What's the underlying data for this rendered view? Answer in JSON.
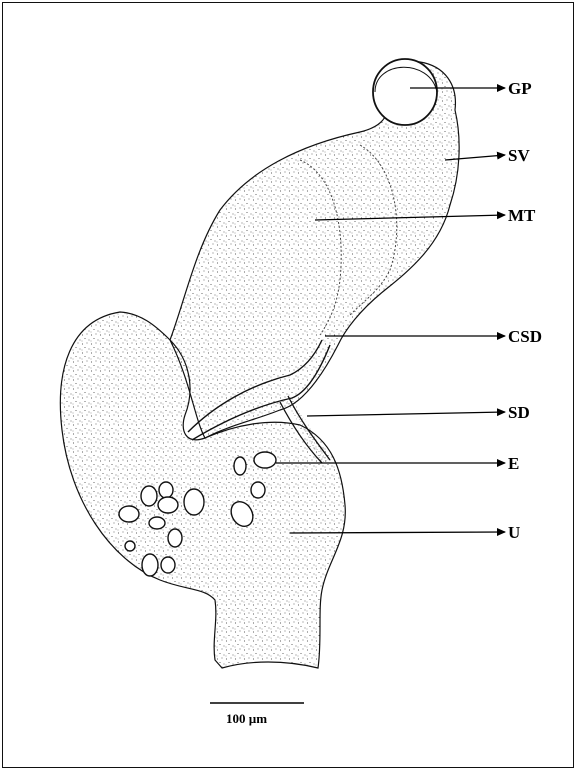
{
  "figure": {
    "labels": [
      {
        "id": "GP",
        "text": "GP"
      },
      {
        "id": "SV",
        "text": "SV"
      },
      {
        "id": "MT",
        "text": "MT"
      },
      {
        "id": "CSD",
        "text": "CSD"
      },
      {
        "id": "SD",
        "text": "SD"
      },
      {
        "id": "E",
        "text": "E"
      },
      {
        "id": "U",
        "text": "U"
      }
    ],
    "scale_bar": {
      "label": "100 µm"
    }
  }
}
